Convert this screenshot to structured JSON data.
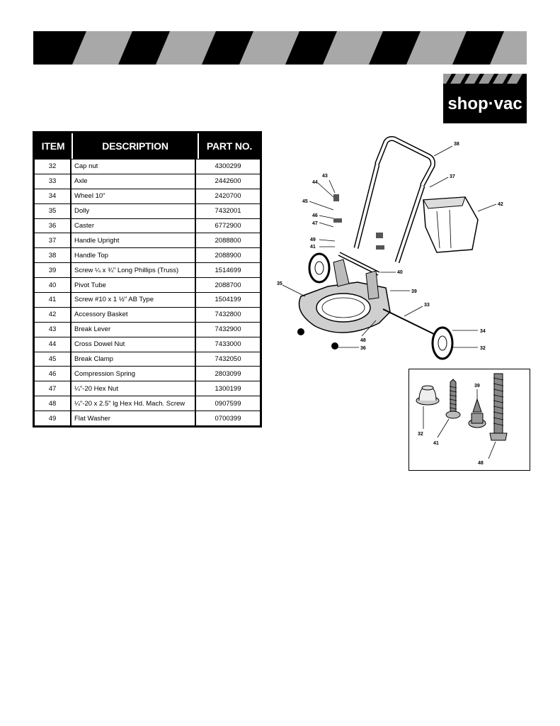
{
  "logo": {
    "text": "shop·vac"
  },
  "table": {
    "headers": {
      "item": "ITEM",
      "description": "DESCRIPTION",
      "part_no": "PART NO."
    },
    "rows": [
      {
        "item": "32",
        "description": "Cap nut",
        "part_no": "4300299"
      },
      {
        "item": "33",
        "description": "Axle",
        "part_no": "2442600"
      },
      {
        "item": "34",
        "description": "Wheel 10\"",
        "part_no": "2420700"
      },
      {
        "item": "35",
        "description": "Dolly",
        "part_no": "7432001"
      },
      {
        "item": "36",
        "description": "Caster",
        "part_no": "6772900"
      },
      {
        "item": "37",
        "description": "Handle Upright",
        "part_no": "2088800"
      },
      {
        "item": "38",
        "description": "Handle Top",
        "part_no": "2088900"
      },
      {
        "item": "39",
        "description": "Screw ¼ x ¾\" Long Phillips (Truss)",
        "part_no": "1514699"
      },
      {
        "item": "40",
        "description": "Pivot Tube",
        "part_no": "2088700"
      },
      {
        "item": "41",
        "description": "Screw #10 x 1 ½\" AB Type",
        "part_no": "1504199"
      },
      {
        "item": "42",
        "description": "Accessory Basket",
        "part_no": "7432800"
      },
      {
        "item": "43",
        "description": "Break Lever",
        "part_no": "7432900"
      },
      {
        "item": "44",
        "description": "Cross Dowel Nut",
        "part_no": "7433000"
      },
      {
        "item": "45",
        "description": "Break Clamp",
        "part_no": "7432050"
      },
      {
        "item": "46",
        "description": "Compression Spring",
        "part_no": "2803099"
      },
      {
        "item": "47",
        "description": "¼\"-20 Hex Nut",
        "part_no": "1300199"
      },
      {
        "item": "48",
        "description": "¼\"-20 x 2.5\" lg Hex Hd. Mach. Screw",
        "part_no": "0907599"
      },
      {
        "item": "49",
        "description": "Flat Washer",
        "part_no": "0700399"
      }
    ]
  },
  "diagram": {
    "callouts": [
      "38",
      "37",
      "43",
      "44",
      "45",
      "42",
      "46",
      "47",
      "49",
      "41",
      "40",
      "35",
      "39",
      "33",
      "34",
      "48",
      "36",
      "32"
    ]
  },
  "detail": {
    "callouts": [
      "39",
      "32",
      "41",
      "48"
    ]
  }
}
